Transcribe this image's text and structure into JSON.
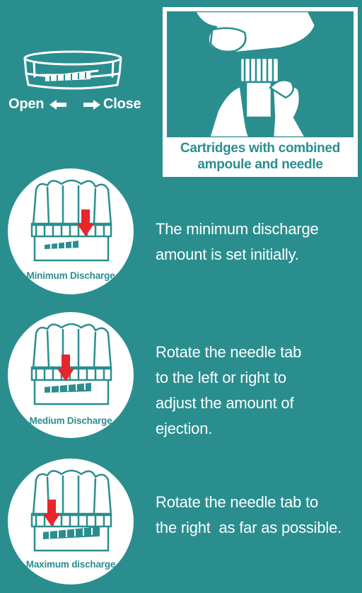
{
  "dial": {
    "open_label": "Open",
    "close_label": "Close"
  },
  "photo": {
    "caption_line1": "Cartridges with combined",
    "caption_line2": "ampoule and needle"
  },
  "steps": [
    {
      "label": "Minimum Discharge",
      "text_lines": [
        "The minimum discharge",
        "amount is set initially."
      ]
    },
    {
      "label": "Medium Discharge",
      "text_lines": [
        "Rotate the needle tab",
        "to the left or right to",
        "adjust the amount of",
        "ejection."
      ]
    },
    {
      "label": "Maximum discharge",
      "text_lines": [
        "Rotate the needle tab to",
        "the right  as far as possible."
      ]
    }
  ],
  "colors": {
    "background": "#2a8e8f",
    "arrow": "#e8242c",
    "line": "#2a8e8f",
    "white": "#ffffff"
  }
}
